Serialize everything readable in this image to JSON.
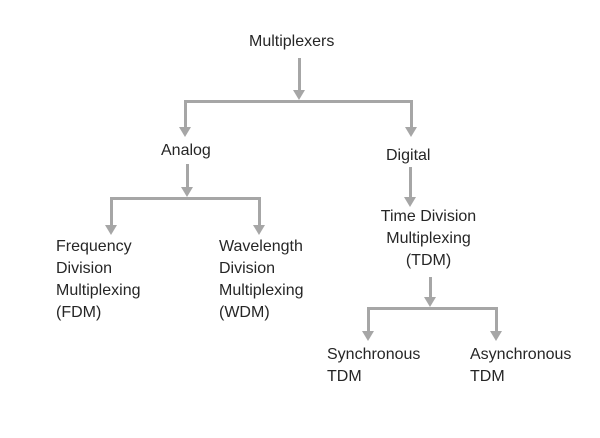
{
  "diagram": {
    "type": "tree",
    "colors": {
      "line": "#a6a6a6",
      "text": "#262626",
      "background": "#ffffff"
    },
    "nodes": {
      "root": {
        "label": "Multiplexers"
      },
      "analog": {
        "label": "Analog"
      },
      "digital": {
        "label": "Digital"
      },
      "fdm": {
        "label": "Frequency\nDivision\nMultiplexing\n(FDM)"
      },
      "wdm": {
        "label": "Wavelength\nDivision\nMultiplexing\n(WDM)"
      },
      "tdm": {
        "label": "Time Division\nMultiplexing\n(TDM)"
      },
      "sync_tdm": {
        "label": "Synchronous\nTDM"
      },
      "async_tdm": {
        "label": "Asynchronous\nTDM"
      }
    },
    "edges": [
      {
        "from": "root",
        "to": "analog"
      },
      {
        "from": "root",
        "to": "digital"
      },
      {
        "from": "analog",
        "to": "fdm"
      },
      {
        "from": "analog",
        "to": "wdm"
      },
      {
        "from": "digital",
        "to": "tdm"
      },
      {
        "from": "tdm",
        "to": "sync_tdm"
      },
      {
        "from": "tdm",
        "to": "async_tdm"
      }
    ]
  }
}
